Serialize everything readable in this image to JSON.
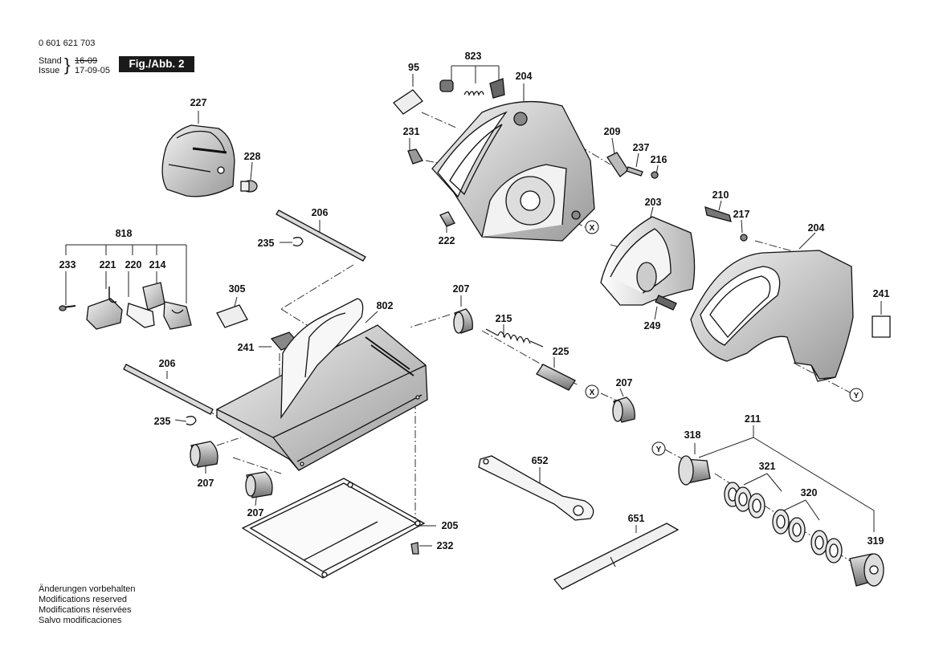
{
  "header": {
    "doc_number": "0 601 621 703",
    "stand_label": "Stand",
    "issue_label": "Issue",
    "stand_value": "16-09",
    "issue_value": "17-09-05",
    "figure_badge": "Fig./Abb. 2"
  },
  "footer": {
    "lines": [
      "Änderungen vorbehalten",
      "Modifications reserved",
      "Modifications réservées",
      "Salvo modificaciones"
    ]
  },
  "callouts": {
    "p95": "95",
    "p823": "823",
    "p204a": "204",
    "p231": "231",
    "p209": "209",
    "p237": "237",
    "p216": "216",
    "p222": "222",
    "p203": "203",
    "p210": "210",
    "p217": "217",
    "p204b": "204",
    "p241a": "241",
    "p249": "249",
    "p227": "227",
    "p228": "228",
    "p206a": "206",
    "p235a": "235",
    "p818": "818",
    "p233": "233",
    "p221": "221",
    "p220": "220",
    "p214": "214",
    "p305": "305",
    "p802": "802",
    "p241b": "241",
    "p206b": "206",
    "p235b": "235",
    "p207a": "207",
    "p207b": "207",
    "p207c": "207",
    "p207d": "207",
    "p215": "215",
    "p225": "225",
    "p205": "205",
    "p232": "232",
    "p652": "652",
    "p651": "651",
    "p211": "211",
    "p318": "318",
    "p321": "321",
    "p320": "320",
    "p319": "319"
  },
  "markers": {
    "x": "X",
    "y": "Y"
  }
}
